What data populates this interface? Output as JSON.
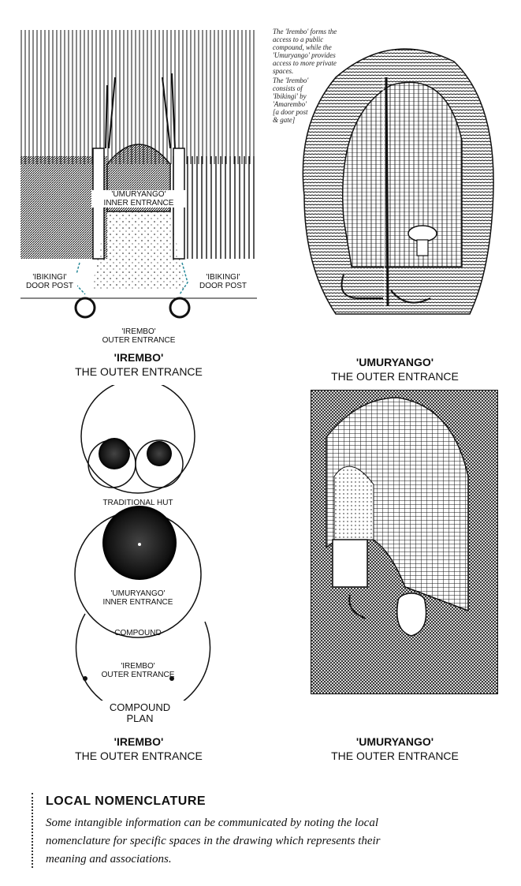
{
  "sketch1": {
    "inner_entrance_label": [
      "'UMURYANGO'",
      "INNER ENTRANCE"
    ],
    "door_post_left": [
      "'IBIKINGI'",
      "DOOR POST"
    ],
    "door_post_right": [
      "'IBIKINGI'",
      "DOOR POST"
    ],
    "outer_entrance_label": [
      "'IREMBO'",
      "OUTER ENTRANCE"
    ],
    "caption_title": "'IREMBO'",
    "caption_sub": "THE OUTER ENTRANCE"
  },
  "sketch2": {
    "note_1": "The 'Irembo' forms the access to a public compound, while the 'Umuryango' provides access to more private spaces.",
    "note_2": "The 'Irembo' consists of 'Ibikingi' by 'Amarembo' [a door post & gate]",
    "caption_title": "'UMURYANGO'",
    "caption_sub": "THE OUTER ENTRANCE"
  },
  "plan": {
    "hut_label": "TRADITIONAL HUT",
    "inner_label": [
      "'UMURYANGO'",
      "INNER ENTRANCE"
    ],
    "compound_label": "COMPOUND",
    "outer_label": [
      "'IREMBO'",
      "OUTER ENTRANCE"
    ],
    "plan_title": [
      "COMPOUND",
      "PLAN"
    ],
    "caption_title": "'IREMBO'",
    "caption_sub": "THE OUTER ENTRANCE"
  },
  "sketch4": {
    "caption_title": "'UMURYANGO'",
    "caption_sub": "THE OUTER ENTRANCE"
  },
  "nomenclature": {
    "title": "LOCAL NOMENCLATURE",
    "text": "Some intangible information can be communicated by noting the local nomenclature for specific spaces in the drawing which represents their meaning and associations."
  },
  "colors": {
    "ink": "#111111",
    "accent": "#2a8a9a"
  }
}
